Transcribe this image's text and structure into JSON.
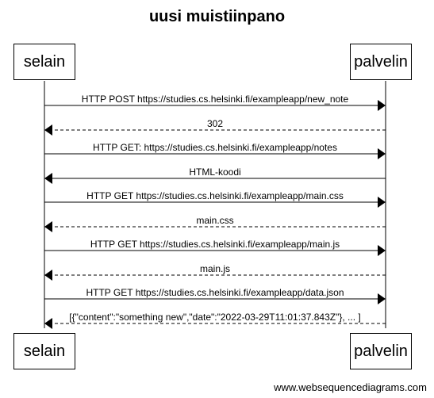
{
  "title": "uusi muistiinpano",
  "participants": {
    "client": "selain",
    "server": "palvelin"
  },
  "messages": [
    {
      "label": "HTTP POST https://studies.cs.helsinki.fi/exampleapp/new_note",
      "from": "client",
      "to": "server",
      "style": "solid"
    },
    {
      "label": "302",
      "from": "server",
      "to": "client",
      "style": "dashed"
    },
    {
      "label": "HTTP GET: https://studies.cs.helsinki.fi/exampleapp/notes",
      "from": "client",
      "to": "server",
      "style": "solid"
    },
    {
      "label": "HTML-koodi",
      "from": "server",
      "to": "client",
      "style": "solid"
    },
    {
      "label": "HTTP GET https://studies.cs.helsinki.fi/exampleapp/main.css",
      "from": "client",
      "to": "server",
      "style": "solid"
    },
    {
      "label": "main.css",
      "from": "server",
      "to": "client",
      "style": "dashed"
    },
    {
      "label": "HTTP GET https://studies.cs.helsinki.fi/exampleapp/main.js",
      "from": "client",
      "to": "server",
      "style": "solid"
    },
    {
      "label": "main.js",
      "from": "server",
      "to": "client",
      "style": "dashed"
    },
    {
      "label": "HTTP GET https://studies.cs.helsinki.fi/exampleapp/data.json",
      "from": "client",
      "to": "server",
      "style": "solid"
    },
    {
      "label": "[{\"content\":\"something new\",\"date\":\"2022-03-29T11:01:37.843Z\"}, ... ]",
      "from": "server",
      "to": "client",
      "style": "dashed"
    }
  ],
  "footer": "www.websequencediagrams.com"
}
